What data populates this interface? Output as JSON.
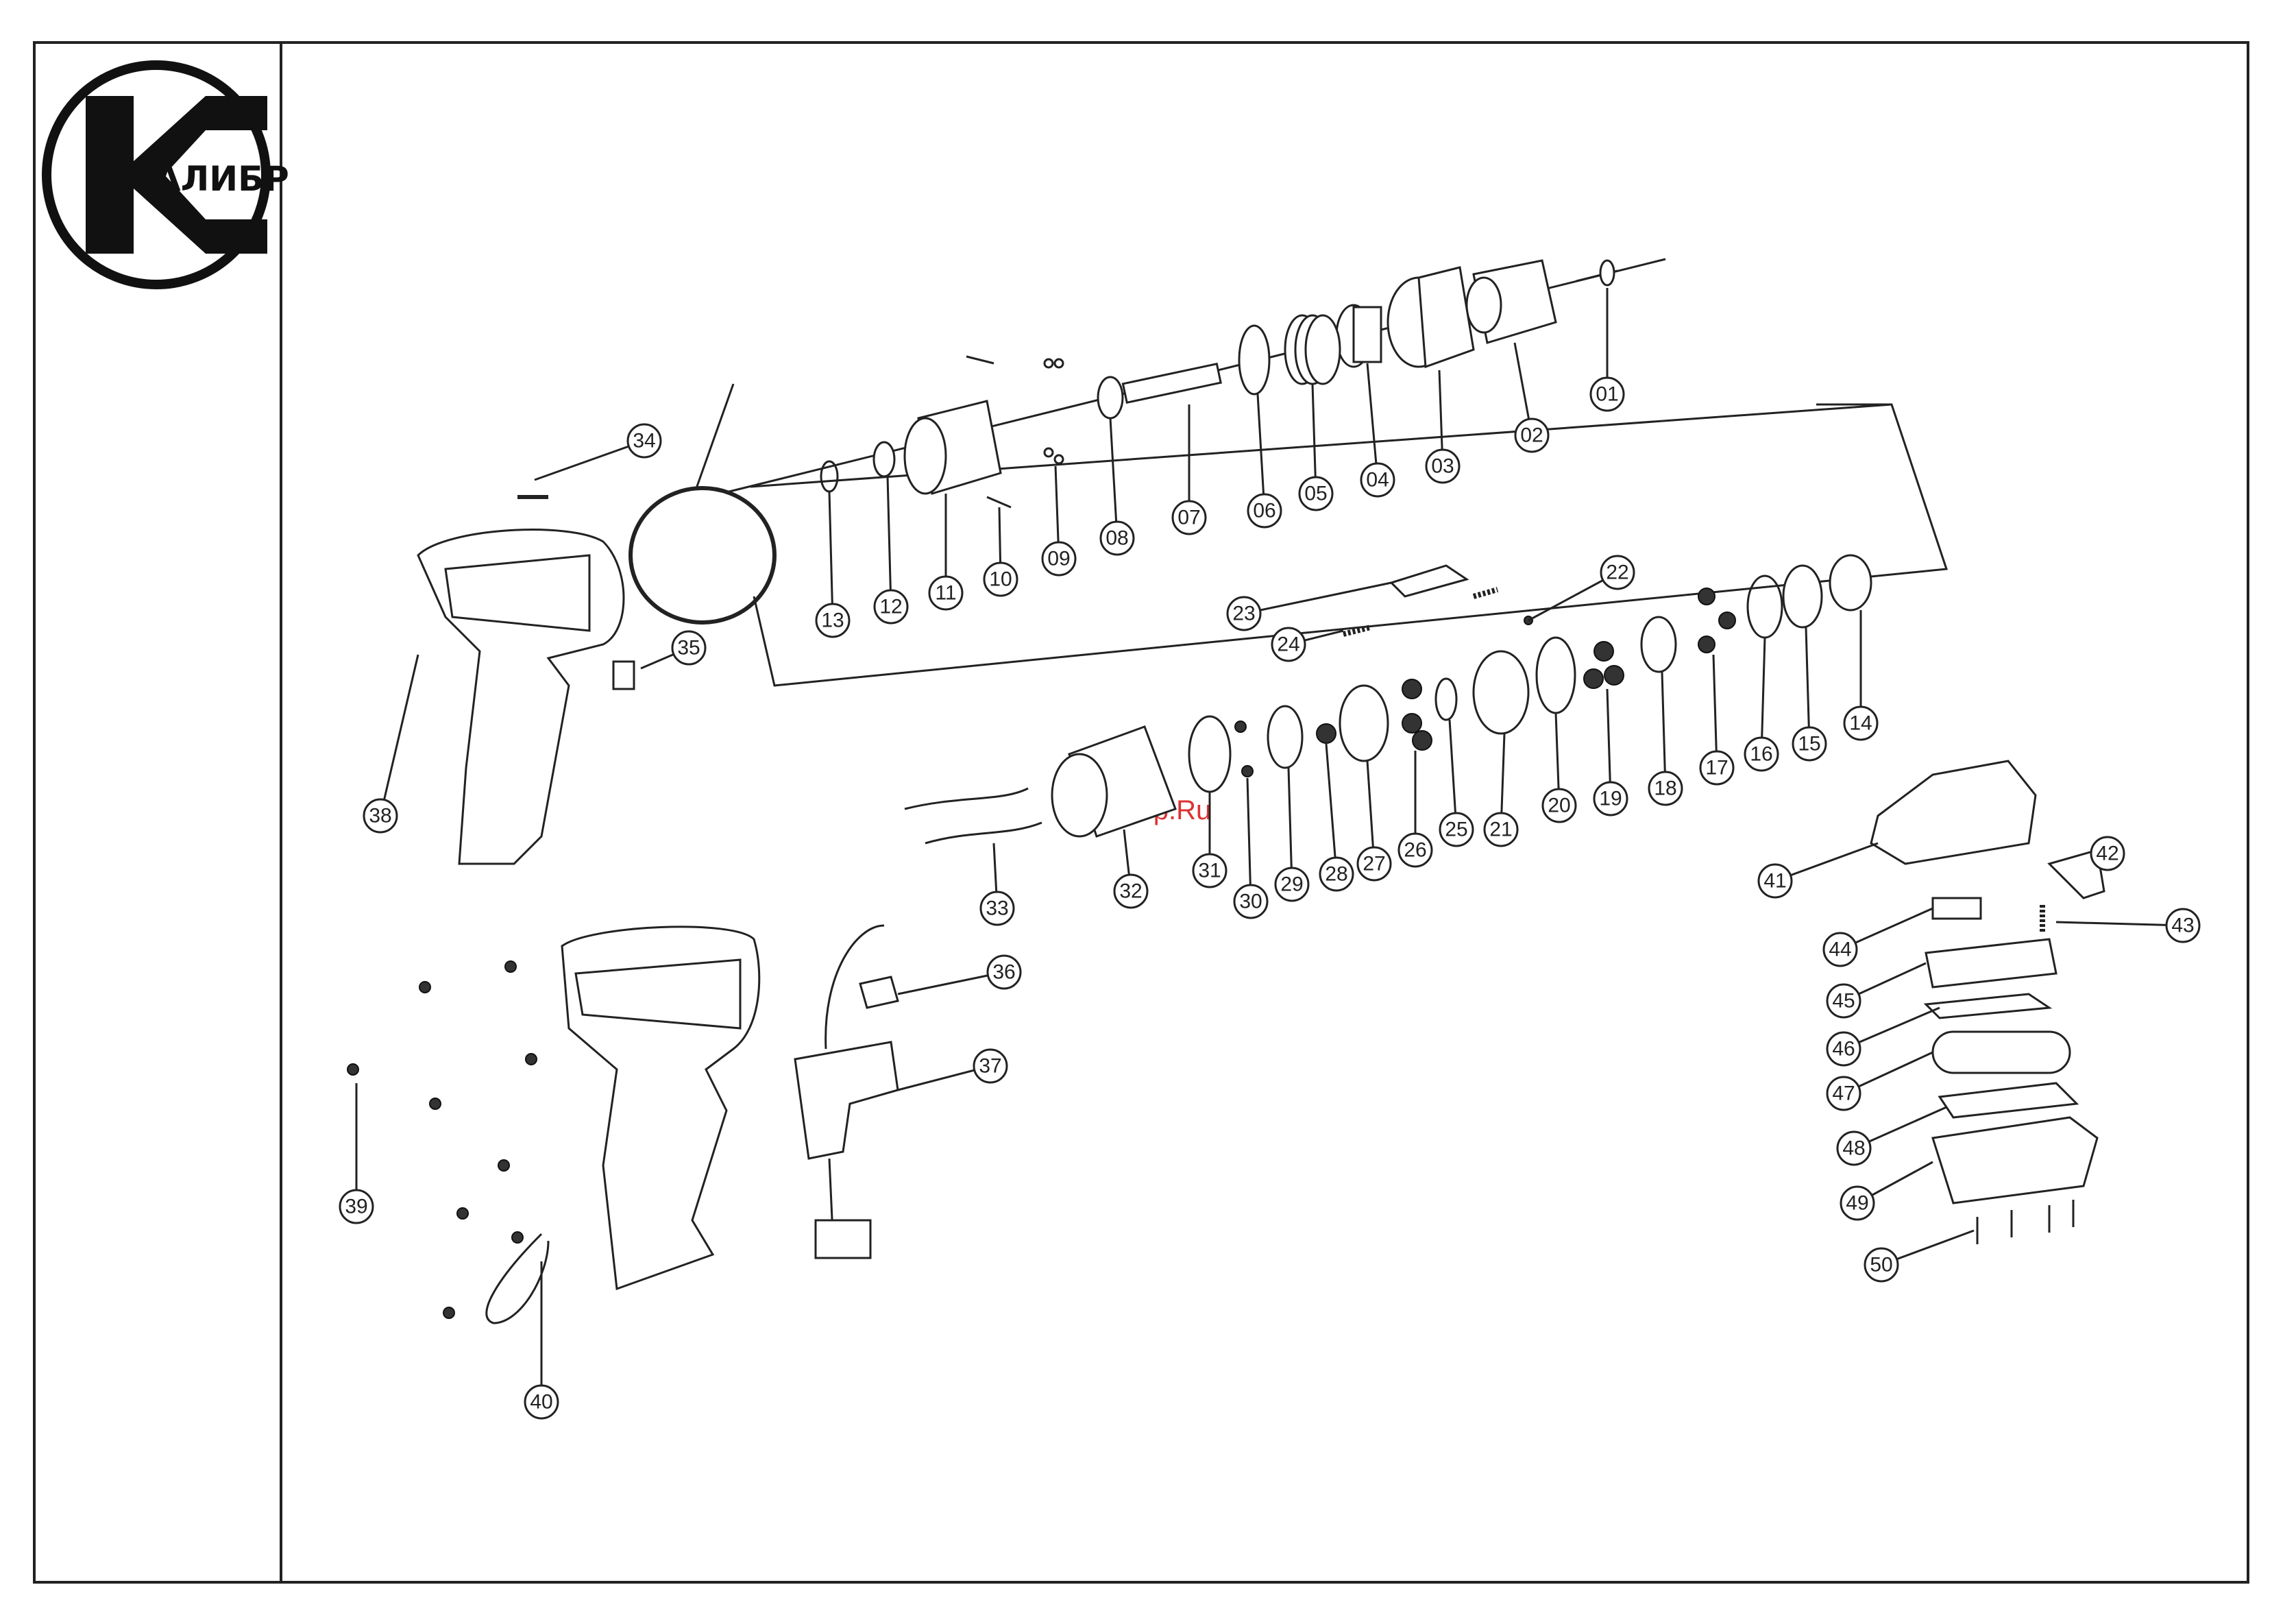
{
  "logo": {
    "brand_text": "АЛИБР",
    "mark_letter": "К"
  },
  "watermark": "McGrp.Ru",
  "parts": [
    "01",
    "02",
    "03",
    "04",
    "05",
    "06",
    "07",
    "08",
    "09",
    "10",
    "11",
    "12",
    "13",
    "14",
    "15",
    "16",
    "17",
    "18",
    "19",
    "20",
    "21",
    "22",
    "23",
    "24",
    "25",
    "26",
    "27",
    "28",
    "29",
    "30",
    "31",
    "32",
    "33",
    "34",
    "35",
    "36",
    "37",
    "38",
    "39",
    "40",
    "41",
    "42",
    "43",
    "44",
    "45",
    "46",
    "47",
    "48",
    "49",
    "50"
  ],
  "colors": {
    "line": "#222222",
    "watermark": "#dd3333",
    "background": "#ffffff"
  }
}
